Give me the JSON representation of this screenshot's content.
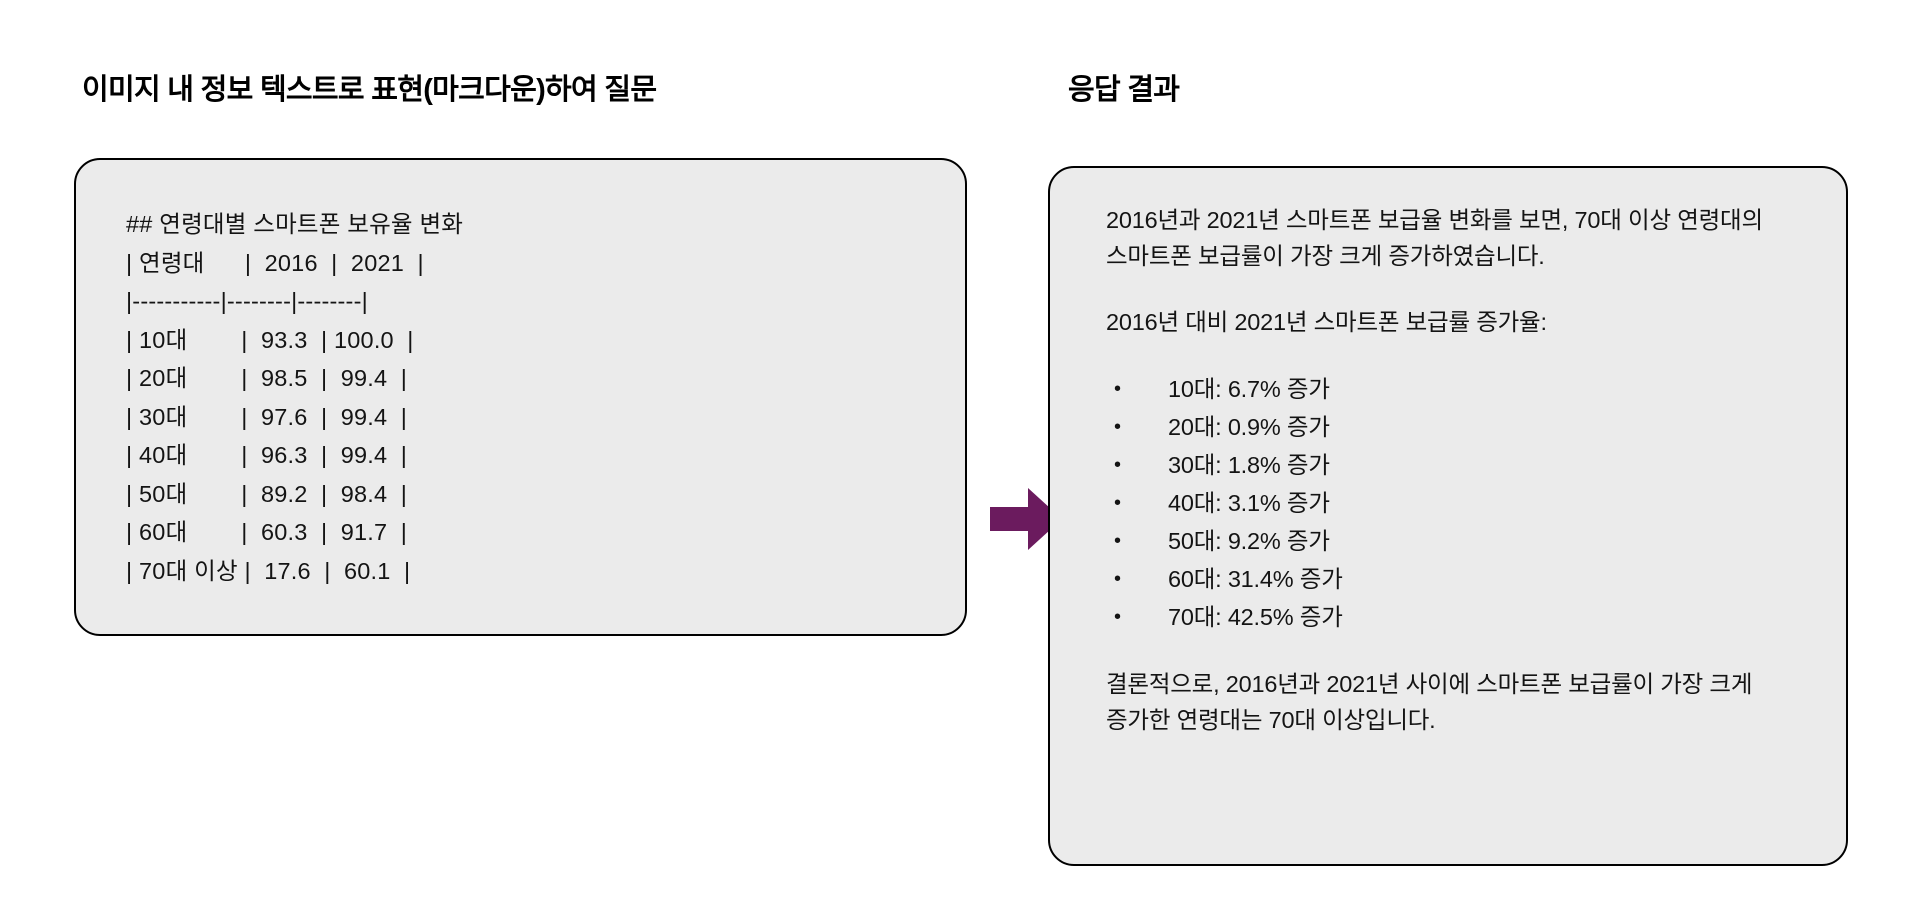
{
  "headings": {
    "left": "이미지 내 정보 텍스트로 표현(마크다운)하여 질문",
    "right": "응답 결과"
  },
  "left_card": {
    "markdown_lines": [
      "## 연령대별 스마트폰 보유율 변화",
      "| 연령대      |  2016  |  2021  |",
      "|-----------|--------|--------|",
      "| 10대        |  93.3  | 100.0  |",
      "| 20대        |  98.5  |  99.4  |",
      "| 30대        |  97.6  |  99.4  |",
      "| 40대        |  96.3  |  99.4  |",
      "| 50대        |  89.2  |  98.4  |",
      "| 60대        |  60.3  |  91.7  |",
      "| 70대 이상 |  17.6  |  60.1  |"
    ]
  },
  "table_data": {
    "type": "table",
    "title": "연령대별 스마트폰 보유율 변화",
    "columns": [
      "연령대",
      "2016",
      "2021"
    ],
    "rows": [
      [
        "10대",
        "93.3",
        "100.0"
      ],
      [
        "20대",
        "98.5",
        "99.4"
      ],
      [
        "30대",
        "97.6",
        "99.4"
      ],
      [
        "40대",
        "96.3",
        "99.4"
      ],
      [
        "50대",
        "89.2",
        "98.4"
      ],
      [
        "60대",
        "60.3",
        "91.7"
      ],
      [
        "70대 이상",
        "17.6",
        "60.1"
      ]
    ]
  },
  "right_card": {
    "intro": "2016년과 2021년 스마트폰 보급율 변화를 보면, 70대 이상 연령대의 스마트폰 보급률이 가장 크게 증가하였습니다.",
    "list_heading": "2016년 대비 2021년 스마트폰 보급률 증가율:",
    "bullets": [
      "10대: 6.7% 증가",
      "20대: 0.9% 증가",
      "30대: 1.8% 증가",
      "40대: 3.1% 증가",
      "50대: 9.2% 증가",
      "60대: 31.4% 증가",
      "70대: 42.5% 증가"
    ],
    "conclusion": "결론적으로, 2016년과 2021년 사이에 스마트폰 보급률이 가장 크게 증가한 연령대는 70대 이상입니다."
  },
  "arrow": {
    "name": "right-arrow-icon",
    "color": "#6B1B5E"
  },
  "colors": {
    "background": "#ffffff",
    "card_fill": "#ebebeb",
    "card_border": "#000000",
    "text": "#141414",
    "arrow": "#6B1B5E"
  }
}
